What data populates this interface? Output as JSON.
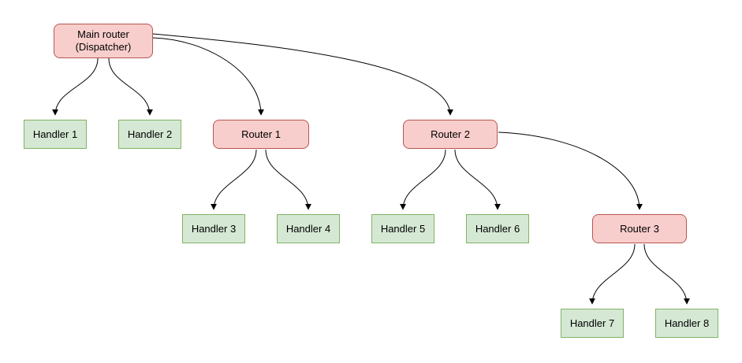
{
  "diagram": {
    "type": "flowchart",
    "nodes": {
      "main": {
        "label_line1": "Main router",
        "label_line2": "(Dispatcher)",
        "kind": "router"
      },
      "handler1": {
        "label": "Handler 1",
        "kind": "handler"
      },
      "handler2": {
        "label": "Handler 2",
        "kind": "handler"
      },
      "router1": {
        "label": "Router 1",
        "kind": "router"
      },
      "router2": {
        "label": "Router 2",
        "kind": "router"
      },
      "handler3": {
        "label": "Handler 3",
        "kind": "handler"
      },
      "handler4": {
        "label": "Handler 4",
        "kind": "handler"
      },
      "handler5": {
        "label": "Handler 5",
        "kind": "handler"
      },
      "handler6": {
        "label": "Handler 6",
        "kind": "handler"
      },
      "router3": {
        "label": "Router 3",
        "kind": "router"
      },
      "handler7": {
        "label": "Handler 7",
        "kind": "handler"
      },
      "handler8": {
        "label": "Handler 8",
        "kind": "handler"
      }
    },
    "edges": [
      {
        "from": "Main router (Dispatcher)",
        "to": "Handler 1"
      },
      {
        "from": "Main router (Dispatcher)",
        "to": "Handler 2"
      },
      {
        "from": "Main router (Dispatcher)",
        "to": "Router 1"
      },
      {
        "from": "Main router (Dispatcher)",
        "to": "Router 2"
      },
      {
        "from": "Router 1",
        "to": "Handler 3"
      },
      {
        "from": "Router 1",
        "to": "Handler 4"
      },
      {
        "from": "Router 2",
        "to": "Handler 5"
      },
      {
        "from": "Router 2",
        "to": "Handler 6"
      },
      {
        "from": "Router 2",
        "to": "Router 3"
      },
      {
        "from": "Router 3",
        "to": "Handler 7"
      },
      {
        "from": "Router 3",
        "to": "Handler 8"
      }
    ],
    "colors": {
      "router_fill": "#f8cecc",
      "router_border": "#b85450",
      "handler_fill": "#d5e8d4",
      "handler_border": "#82b366",
      "edge": "#000000",
      "background": "#ffffff"
    }
  }
}
